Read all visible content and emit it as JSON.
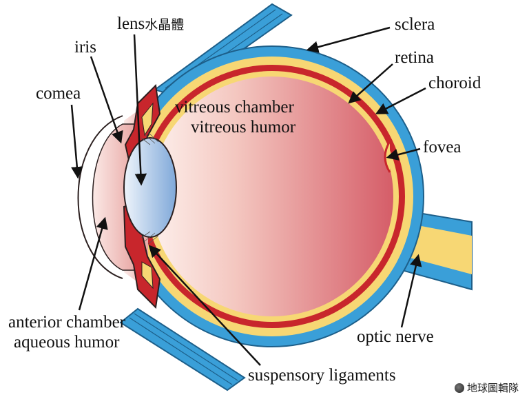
{
  "labels": {
    "lens": "lens",
    "lens_cjk": "水晶體",
    "iris": "iris",
    "cornea": "comea",
    "sclera": "sclera",
    "retina": "retina",
    "choroid": "choroid",
    "fovea": "fovea",
    "vitreous_chamber": "vitreous chamber",
    "vitreous_humor": "vitreous humor",
    "anterior_chamber": "anterior chamber",
    "aqueous_humor": "aqueous humor",
    "optic_nerve": "optic nerve",
    "suspensory_ligaments": "suspensory ligaments"
  },
  "watermark": "地球圖輯隊",
  "colors": {
    "sclera": "#3a9fd8",
    "sclera_dark": "#1d5f8a",
    "retina": "#c8262c",
    "choroid": "#f7d774",
    "vitreous_light": "#fbe6e2",
    "vitreous_dark": "#d86a72",
    "lens": "#a9c9ec",
    "outline": "#2b1f1f"
  }
}
